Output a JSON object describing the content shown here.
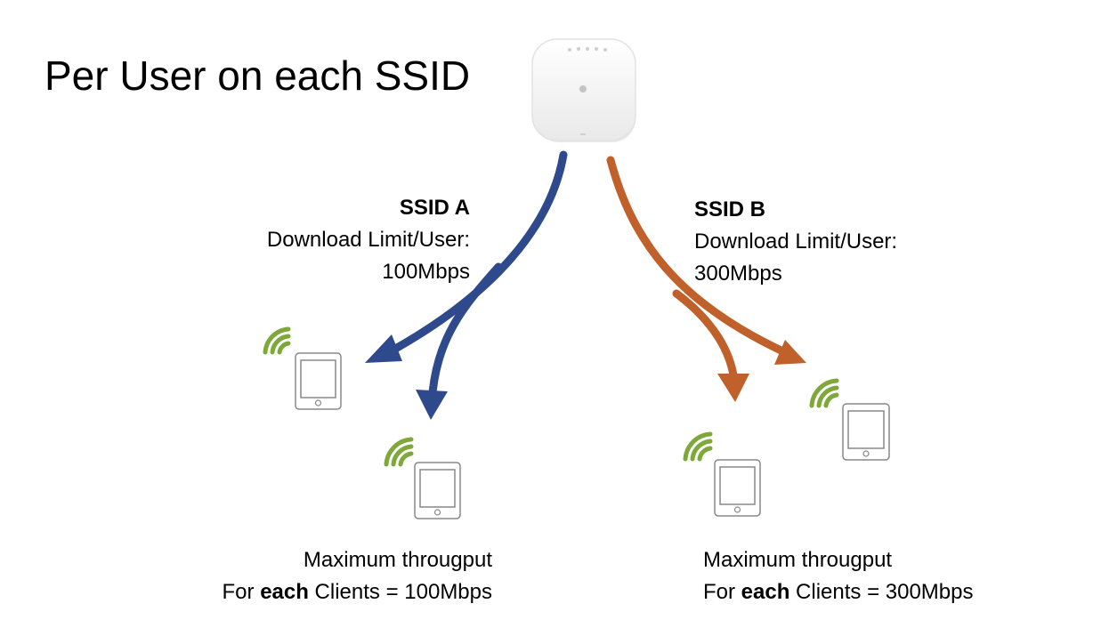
{
  "title": "Per User on each SSID",
  "ssid_a": {
    "name": "SSID A",
    "limit_label": "Download Limit/User:",
    "limit_value": "100Mbps",
    "caption_line1": "Maximum througput",
    "caption_prefix": "For ",
    "caption_bold": "each",
    "caption_suffix": " Clients = 100Mbps",
    "color": "#2e4a8c"
  },
  "ssid_b": {
    "name": "SSID B",
    "limit_label": "Download Limit/User:",
    "limit_value": "300Mbps",
    "caption_line1": "Maximum througput",
    "caption_prefix": "For ",
    "caption_bold": "each",
    "caption_suffix": " Clients = 300Mbps",
    "color": "#c0602a"
  },
  "access_point": {
    "icon": "access-point-icon"
  },
  "devices": {
    "icon": "tablet-icon",
    "signal_icon": "wifi-signal-icon",
    "signal_color": "#7ea83a"
  }
}
